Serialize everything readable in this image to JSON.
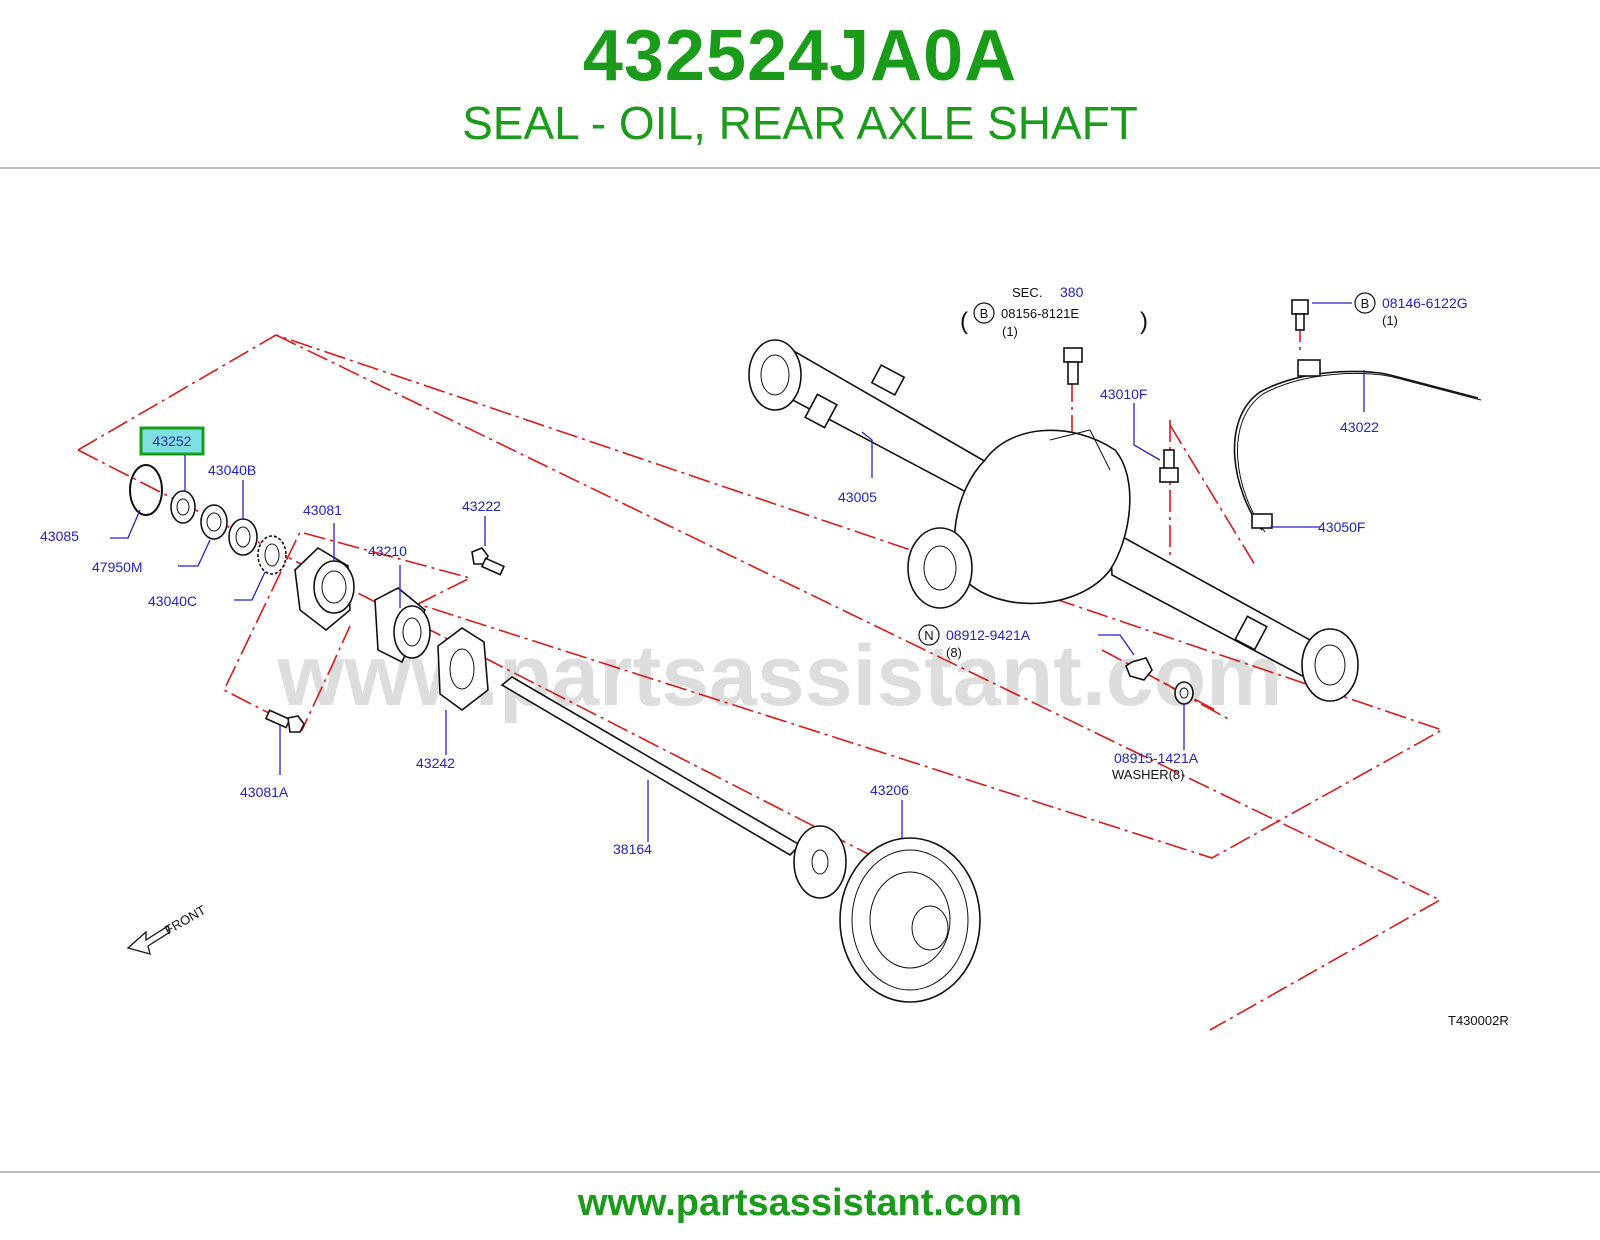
{
  "header": {
    "part_number": "432524JA0A",
    "description": "SEAL - OIL, REAR AXLE SHAFT"
  },
  "diagram": {
    "sec_label": "SEC.",
    "sec_number": "380",
    "bolt_b_1": {
      "symbol": "B",
      "number": "08156-8121E",
      "qty": "(1)"
    },
    "bolt_b_2": {
      "symbol": "B",
      "number": "08146-6122G",
      "qty": "(1)"
    },
    "nut_n": {
      "symbol": "N",
      "number": "08912-9421A",
      "qty": "(8)"
    },
    "washer": {
      "number": "08915-1421A",
      "name": "WASHER(8)"
    },
    "highlighted_part": "43252",
    "parts": {
      "p43085": "43085",
      "p47950M": "47950M",
      "p43040B": "43040B",
      "p43040C": "43040C",
      "p43081": "43081",
      "p43210": "43210",
      "p43222": "43222",
      "p43081A": "43081A",
      "p43242": "43242",
      "p38164": "38164",
      "p43206": "43206",
      "p43005": "43005",
      "p43010F": "43010F",
      "p43022": "43022",
      "p43050F": "43050F"
    },
    "front_label": "FRONT",
    "diagram_code": "T430002R",
    "watermark": "www.partsassistant.com"
  },
  "footer": {
    "url": "www.partsassistant.com"
  },
  "colors": {
    "brand_green": "#1a9c1a",
    "label_blue": "#2323c8",
    "centerline_red": "#e01818",
    "highlight_fill": "#7ee0e0"
  }
}
